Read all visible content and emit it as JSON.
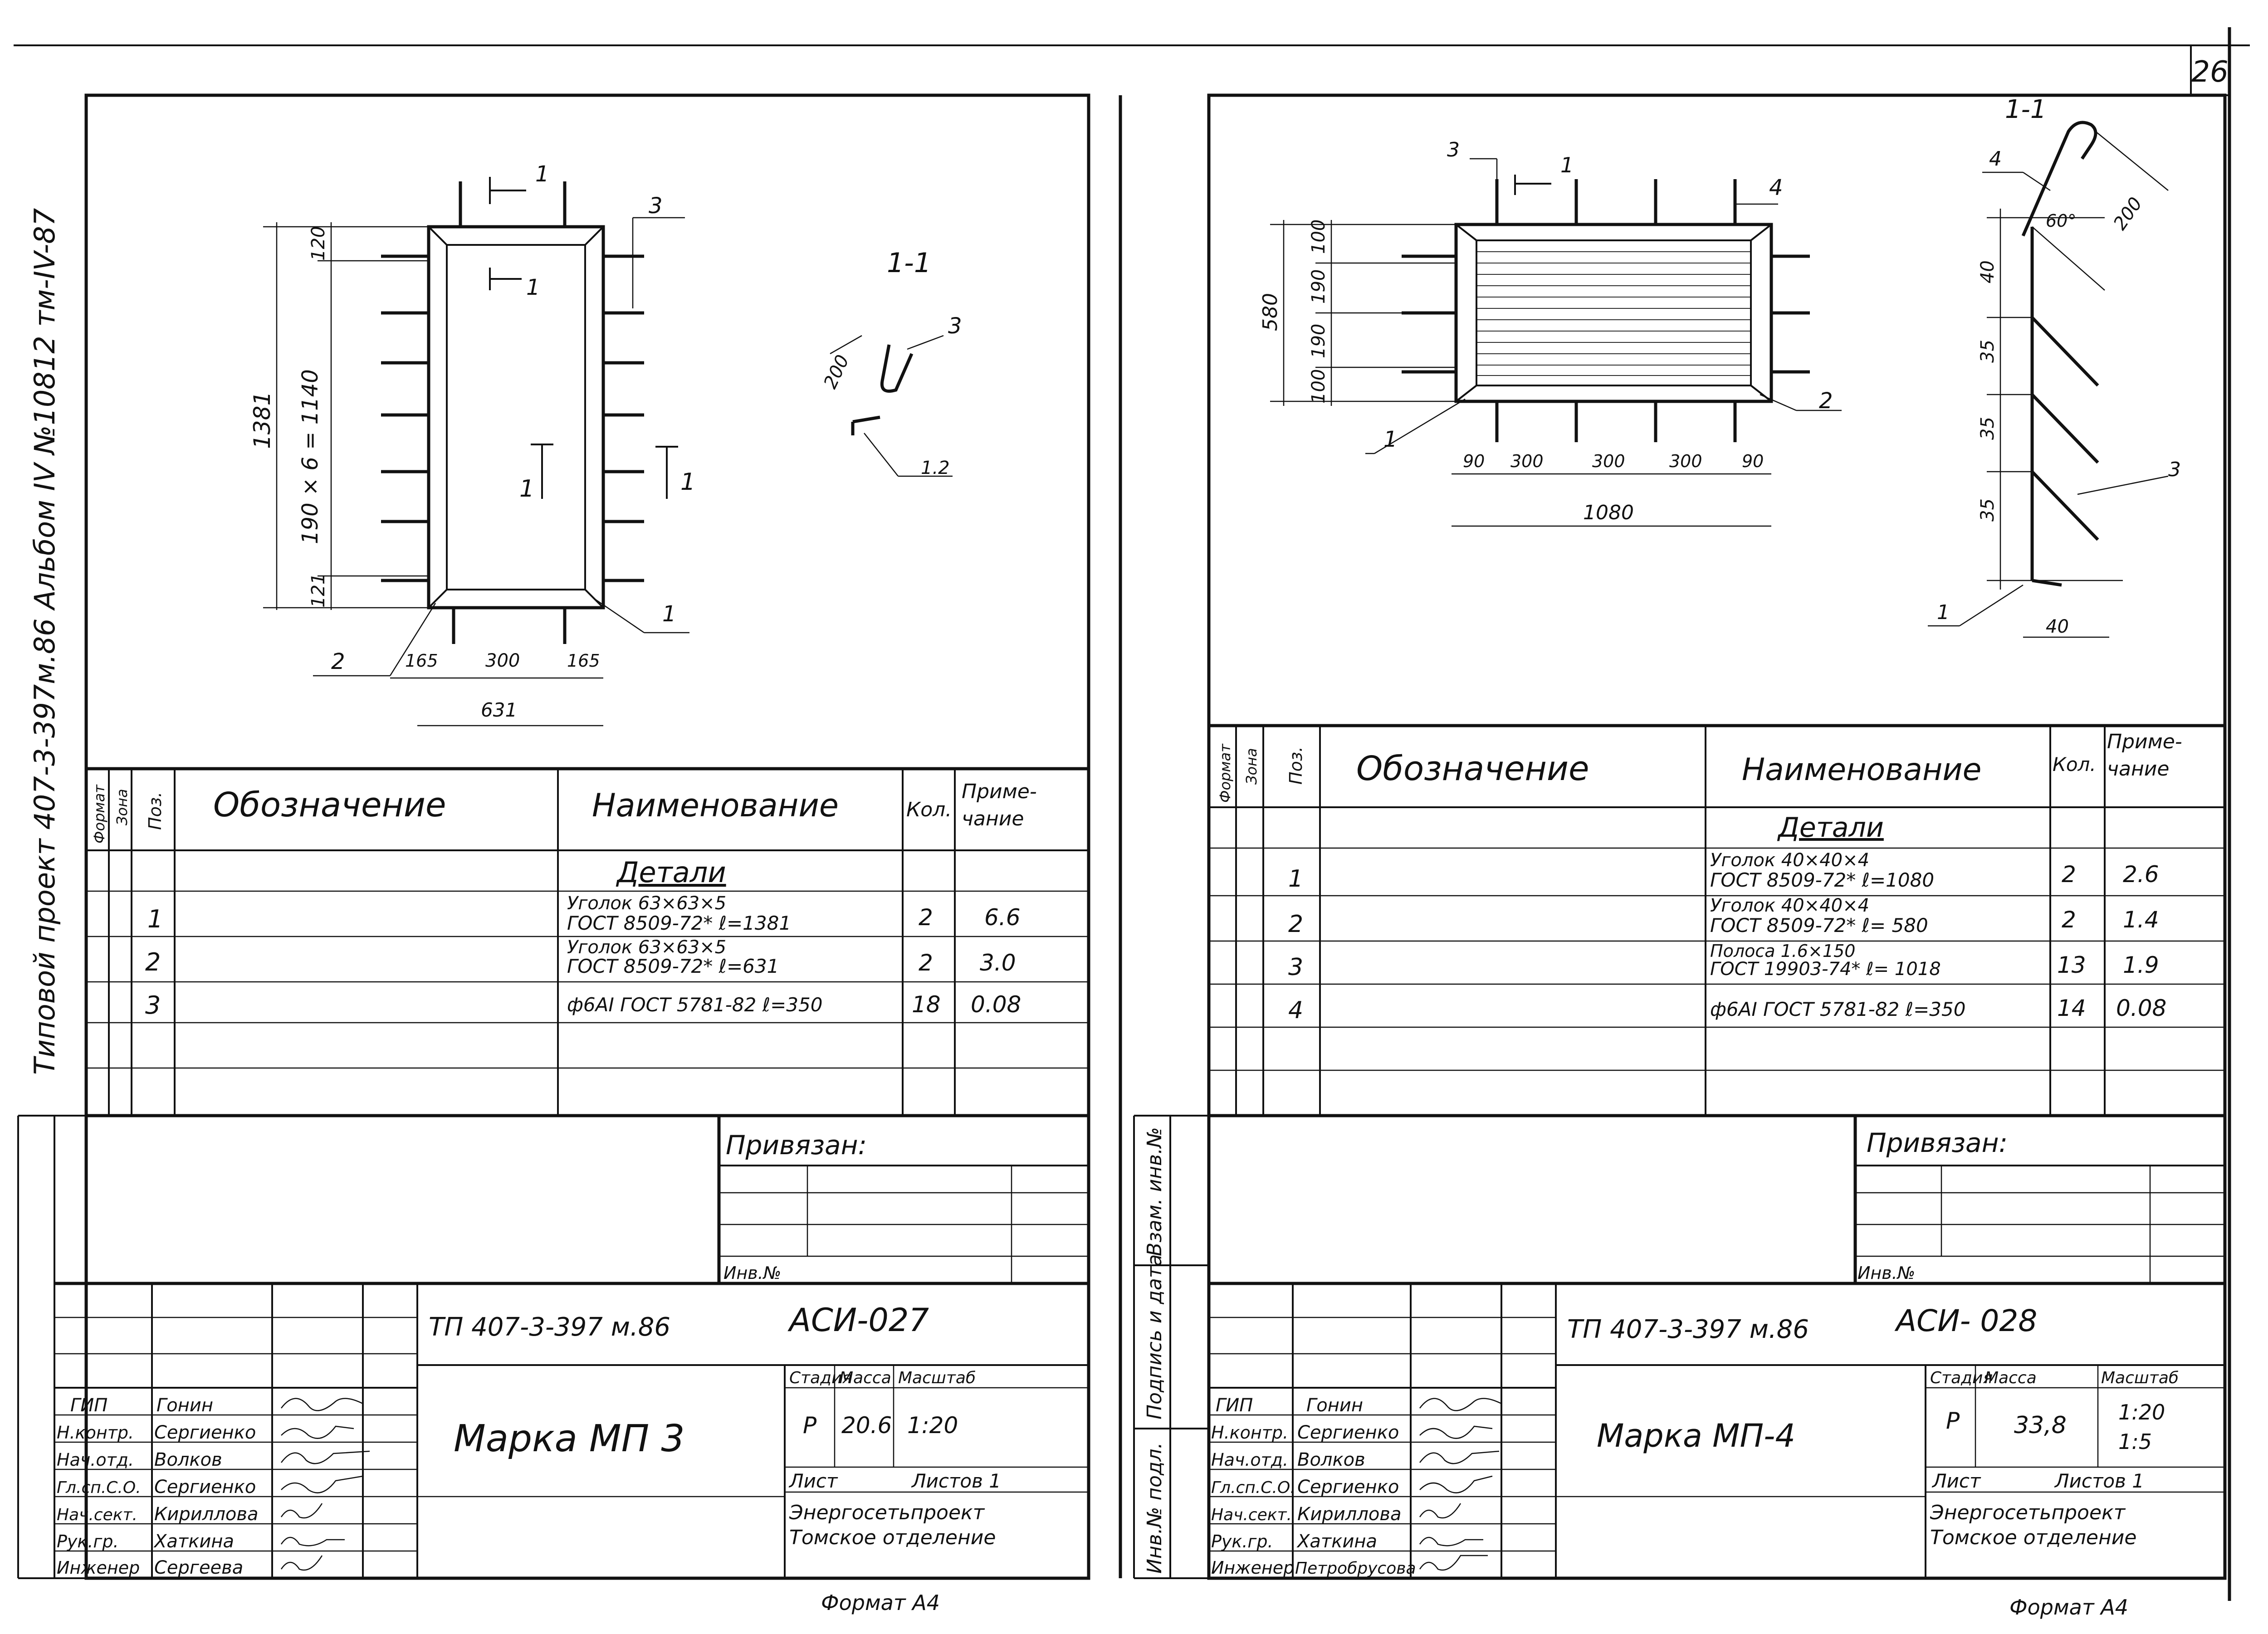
{
  "page_number": "26",
  "side_stamp": "Типовой проект 407-3-397м.86 Альбом IV №10812 тм-IV-87",
  "left_stamp": {
    "vzam": "Взам. инв.№",
    "podpis": "Подпись и дата",
    "inv": "Инв.№ подл."
  },
  "sheets": [
    {
      "drawing": {
        "dims": [
          "120",
          "190 × 6 = 1140",
          "121",
          "1381",
          "165",
          "300",
          "165",
          "631"
        ],
        "section": "1-1",
        "section_dims": [
          "200",
          "1.2"
        ],
        "cut_marks": [
          "1",
          "1",
          "1",
          "1"
        ],
        "callouts": [
          "3",
          "2",
          "1",
          "3"
        ]
      },
      "table": {
        "headers": {
          "format": "Формат",
          "zone": "Зона",
          "pos": "Поз.",
          "designation": "Обозначение",
          "name": "Наименование",
          "qty": "Кол.",
          "note": "Приме-\nчание"
        },
        "section_title": "Детали",
        "rows": [
          {
            "pos": "1",
            "name1": "Уголок 63×63×5",
            "name2": "ГОСТ 8509-72* ℓ=1381",
            "qty": "2",
            "note": "6.6"
          },
          {
            "pos": "2",
            "name1": "Уголок 63×63×5",
            "name2": "ГОСТ 8509-72* ℓ=631",
            "qty": "2",
            "note": "3.0"
          },
          {
            "pos": "3",
            "name1": "",
            "name2": "ф6АI ГОСТ 5781-82 ℓ=350",
            "qty": "18",
            "note": "0.08"
          }
        ]
      },
      "privyazan": "Привязан:",
      "inv_no": "Инв.№",
      "title_block": {
        "project": "ТП 407-3-397 м.86",
        "code": "АСИ-027",
        "title": "Марка МП 3",
        "stage_label": "Стадия",
        "mass_label": "Масса",
        "scale_label": "Масштаб",
        "stage": "Р",
        "mass": "20.6",
        "scale": "1:20",
        "sheet_label": "Лист",
        "sheets_label": "Листов 1",
        "org1": "Энергосетьпроект",
        "org2": "Томское отделение",
        "people": [
          {
            "role": "ГИП",
            "name": "Гонин"
          },
          {
            "role": "Н.контр.",
            "name": "Сергиенко"
          },
          {
            "role": "Нач.отд.",
            "name": "Волков"
          },
          {
            "role": "Гл.сп.С.О.",
            "name": "Сергиенко"
          },
          {
            "role": "Нач.сект.",
            "name": "Кириллова"
          },
          {
            "role": "Рук.гр.",
            "name": "Хаткина"
          },
          {
            "role": "Инженер",
            "name": "Сергеева"
          }
        ]
      },
      "format": "Формат А4"
    },
    {
      "drawing": {
        "dims": [
          "580",
          "100",
          "190",
          "190",
          "100",
          "90",
          "300",
          "300",
          "300",
          "90",
          "1080"
        ],
        "section": "1-1",
        "section_dims": [
          "40",
          "35",
          "35",
          "35",
          "40",
          "60°",
          "200"
        ],
        "cut_marks": [
          "1"
        ],
        "callouts": [
          "3",
          "4",
          "2",
          "1",
          "4",
          "3",
          "1"
        ]
      },
      "table": {
        "headers": {
          "format": "Формат",
          "zone": "Зона",
          "pos": "Поз.",
          "designation": "Обозначение",
          "name": "Наименование",
          "qty": "Кол.",
          "note": "Приме-\nчание"
        },
        "section_title": "Детали",
        "rows": [
          {
            "pos": "1",
            "name1": "Уголок 40×40×4",
            "name2": "ГОСТ 8509-72* ℓ=1080",
            "qty": "2",
            "note": "2.6"
          },
          {
            "pos": "2",
            "name1": "Уголок 40×40×4",
            "name2": "ГОСТ 8509-72* ℓ= 580",
            "qty": "2",
            "note": "1.4"
          },
          {
            "pos": "3",
            "name1": "Полоса 1.6×150",
            "name2": "ГОСТ 19903-74* ℓ= 1018",
            "qty": "13",
            "note": "1.9"
          },
          {
            "pos": "4",
            "name1": "",
            "name2": "ф6АI ГОСТ 5781-82 ℓ=350",
            "qty": "14",
            "note": "0.08"
          }
        ]
      },
      "privyazan": "Привязан:",
      "inv_no": "Инв.№",
      "title_block": {
        "project": "ТП 407-3-397 м.86",
        "code": "АСИ- 028",
        "title": "Марка МП-4",
        "stage_label": "Стадия",
        "mass_label": "Масса",
        "scale_label": "Масштаб",
        "stage": "Р",
        "mass": "33,8",
        "scale": "1:20",
        "scale2": "1:5",
        "sheet_label": "Лист",
        "sheets_label": "Листов 1",
        "org1": "Энергосетьпроект",
        "org2": "Томское отделение",
        "people": [
          {
            "role": "ГИП",
            "name": "Гонин"
          },
          {
            "role": "Н.контр.",
            "name": "Сергиенко"
          },
          {
            "role": "Нач.отд.",
            "name": "Волков"
          },
          {
            "role": "Гл.сп.С.О.",
            "name": "Сергиенко"
          },
          {
            "role": "Нач.сект.",
            "name": "Кириллова"
          },
          {
            "role": "Рук.гр.",
            "name": "Хаткина"
          },
          {
            "role": "Инженер",
            "name": "Петробрусова"
          }
        ]
      },
      "format": "Формат А4"
    }
  ]
}
